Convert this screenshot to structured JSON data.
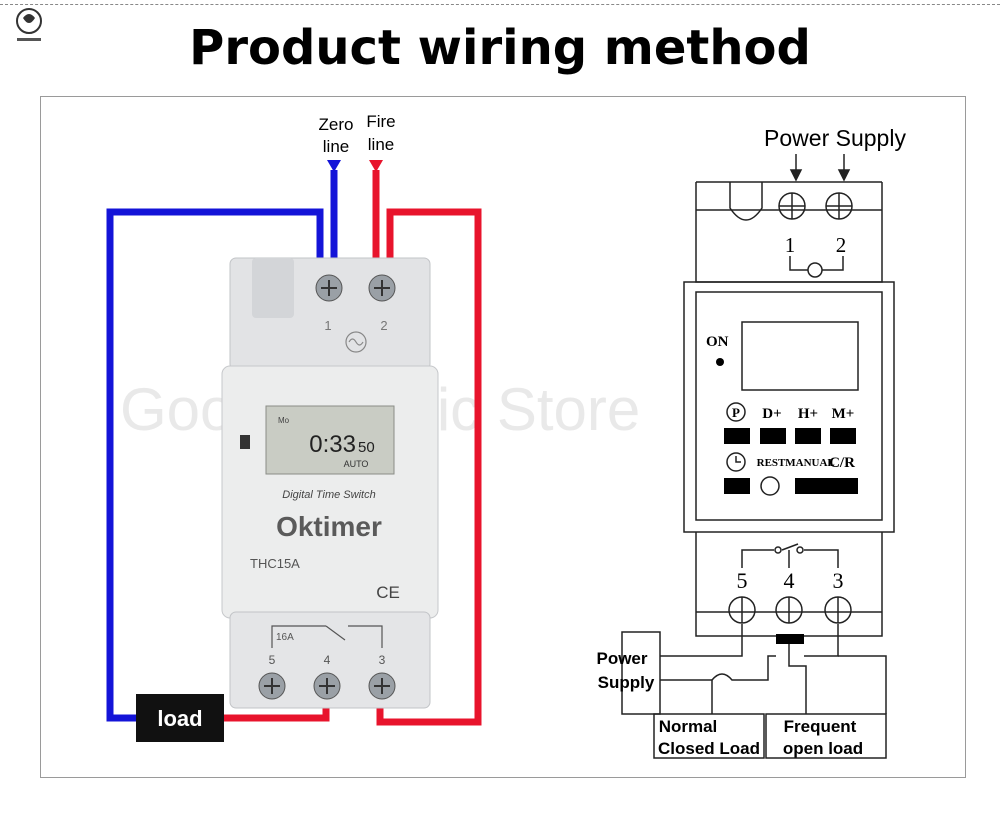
{
  "header": {
    "title": "Product wiring method",
    "logo_icon": "brand-logo-icon"
  },
  "left_diagram": {
    "zero_line": [
      "Zero",
      "line"
    ],
    "fire_line": [
      "Fire",
      "line"
    ],
    "device": {
      "display_label": "Mo",
      "display_time": "0:33",
      "display_seconds": "50",
      "display_mode": "AUTO",
      "subtitle": "Digital Time Switch",
      "brand": "Oktimer",
      "model": "THC15A",
      "mark": "CE",
      "relay_rating": "16A",
      "top_terminals": [
        "1",
        "2"
      ],
      "bottom_terminals": [
        "5",
        "4",
        "3"
      ]
    },
    "load_label": "load",
    "watermark": "Good Electric Store",
    "colors": {
      "zero": "#1414d8",
      "fire": "#e8142c"
    }
  },
  "right_diagram": {
    "power_supply_top": "Power Supply",
    "top_terminals": [
      "1",
      "2"
    ],
    "on_label": "ON",
    "buttons_row1": [
      "D+",
      "H+",
      "M+"
    ],
    "program_symbol": "P",
    "buttons_row2": [
      "REST",
      "MANUAL",
      "C/R"
    ],
    "bottom_terminals": [
      "5",
      "4",
      "3"
    ],
    "power_supply_bottom": [
      "Power",
      "Supply"
    ],
    "nc_load": [
      "Normal",
      "Closed Load"
    ],
    "no_load": [
      "Frequent",
      "open load"
    ]
  }
}
